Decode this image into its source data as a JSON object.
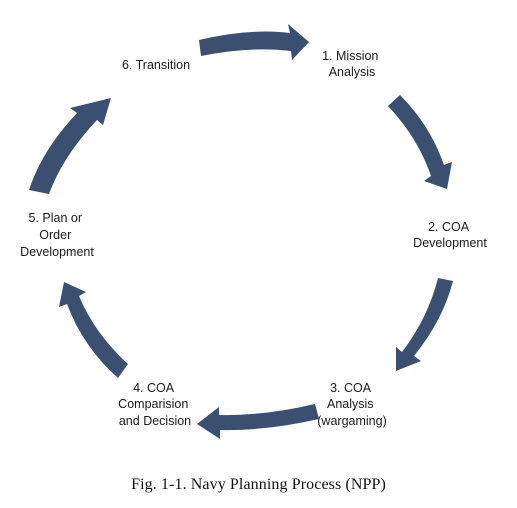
{
  "steps": [
    {
      "lines": [
        "1. Mission",
        "Analysis"
      ]
    },
    {
      "lines": [
        "2. COA",
        "Development"
      ]
    },
    {
      "lines": [
        "3. COA",
        "Analysis",
        "(wargaming)"
      ]
    },
    {
      "lines": [
        "4. COA",
        "Comparision",
        "and Decision"
      ]
    },
    {
      "lines": [
        "5. Plan or",
        "Order",
        "Development"
      ]
    },
    {
      "lines": [
        "6. Transition"
      ]
    }
  ],
  "caption": "Fig.  1-1.  Navy Planning Process (NPP)",
  "colors": {
    "arrow": "#3b5070",
    "text": "#1a1a1a"
  },
  "icons": [
    "curved-arrow-icon"
  ]
}
